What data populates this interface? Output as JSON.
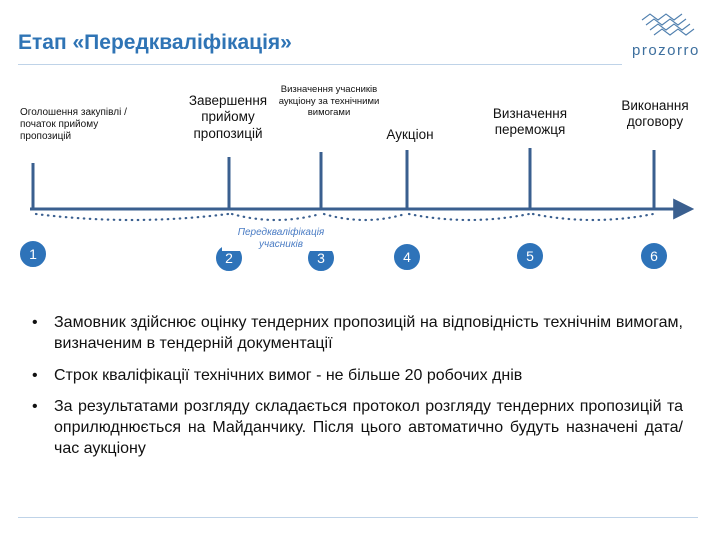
{
  "header": {
    "title": "Етап «Передкваліфікація»",
    "logo_text": "prozorro"
  },
  "timeline": {
    "milestones": [
      {
        "number": "1",
        "label": "Оголошення закупівлі / початок прийому пропозицій"
      },
      {
        "number": "2",
        "label": "Завершення прийому пропозицій"
      },
      {
        "number": "3",
        "label": "Визначення учасників аукціону за технічними вимогами"
      },
      {
        "number": "4",
        "label": "Аукціон"
      },
      {
        "number": "5",
        "label": "Визначення переможця"
      },
      {
        "number": "6",
        "label": "Виконання договору"
      }
    ],
    "stage_caption": "Передкваліфікація учасників"
  },
  "bullets": [
    "Замовник здійснює оцінку тендерних пропозицій на відповідність технічнім вимогам, визначеним в тендерній документації",
    "Строк кваліфікації технічних вимог - не більше 20 робочих днів",
    "За результатами розгляду складається протокол розгляду тендерних пропозицій та оприлюднюється на Майданчику. Після цього автоматично будуть назначені дата/час аукціону"
  ],
  "colors": {
    "accent": "#2f74b5",
    "line": "#3a5f8f",
    "circle": "#2e73b9",
    "stage_text": "#4a7cc4"
  }
}
